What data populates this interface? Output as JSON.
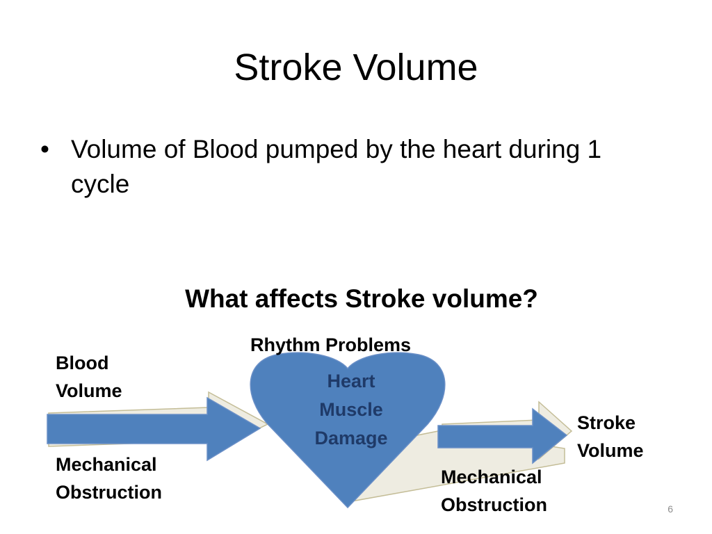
{
  "slide": {
    "title": "Stroke Volume",
    "bullets": [
      "Volume of Blood pumped by the heart during 1 cycle"
    ],
    "subheading": "What affects Stroke volume?",
    "page_number": "6"
  },
  "diagram": {
    "top_label": "Rhythm Problems",
    "left_label_top": "Blood\nVolume",
    "left_label_bottom": "Mechanical\nObstruction",
    "heart_label": "Heart\nMuscle\nDamage",
    "right_label_bottom": "Mechanical\nObstruction",
    "output_label": "Stroke\nVolume"
  },
  "colors": {
    "arrow_fill": "#4f81bd",
    "arrow_stroke": "#6a8fc7",
    "heart_fill": "#4f81bd",
    "heart_text": "#1f3a68",
    "shadow_fill": "#eeece1",
    "shadow_stroke": "#c4bd97"
  }
}
